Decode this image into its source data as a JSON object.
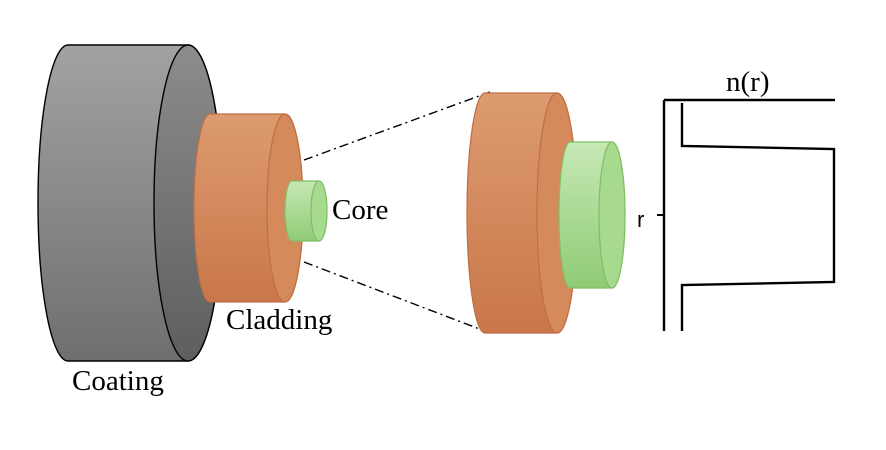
{
  "labels": {
    "core": "Core",
    "cladding": "Cladding",
    "coating": "Coating",
    "profile_axis": "n(r)",
    "radius_axis": "r"
  },
  "colors": {
    "coating_dark": "#6f6f6f",
    "coating_light": "#a2a2a2",
    "cladding_dark": "#c9774a",
    "cladding_light": "#dd9b70",
    "core_dark": "#8fcc75",
    "core_light": "#c6e8b5",
    "outline_core": "#7fbf64",
    "outline_cladding": "#c06e43",
    "stroke": "#000000"
  },
  "icons": [
    "coating-cylinder",
    "cladding-cylinder",
    "core-cylinder",
    "zoom-lines",
    "refractive-index-profile"
  ]
}
